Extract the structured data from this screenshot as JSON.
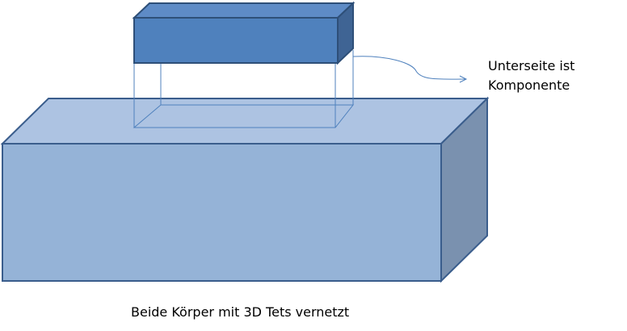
{
  "annotation": {
    "line1": "Unterseite ist",
    "line2": "Komponente"
  },
  "caption": "Beide Körper mit 3D Tets vernetzt",
  "colors": {
    "large_front": "#95B3D7",
    "large_top": "#ADC3E2",
    "large_side": "#7A91AF",
    "large_stroke": "#3A5D8C",
    "small_front": "#4F81BD",
    "small_top": "#5E8BC6",
    "small_side": "#3F6494",
    "small_stroke": "#2E4F78",
    "guide_line": "#4F81BD"
  }
}
